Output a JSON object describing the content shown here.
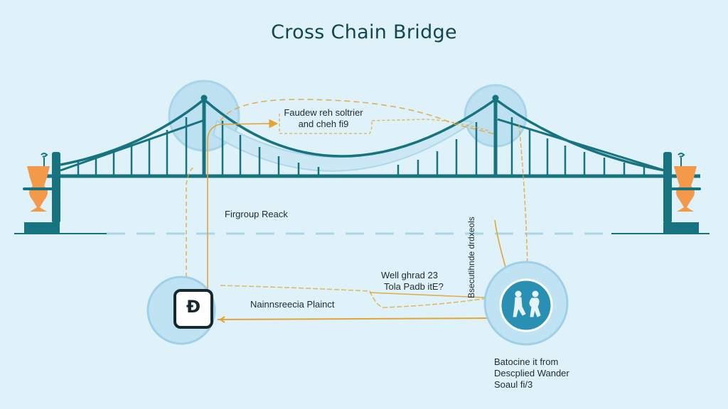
{
  "title": "Cross Chain Bridge",
  "labels": {
    "top_note_line1": "Faudew reh soltrier",
    "top_note_line2": "and cheh fi9",
    "left_mid": "Firgroup Reack",
    "vertical_right": "Bsecutihnde drdxeols",
    "center_note_line1": "Well ghrad 23",
    "center_note_line2": "Tola Padb itE?",
    "bottom_link": "Nainnsreecia Plainct",
    "right_caption_line1": "Batocine it from",
    "right_caption_line2": "Descplied Wander",
    "right_caption_line3": "Soaul fi/3"
  },
  "nodes": {
    "left": {
      "icon": "bitcoin-icon",
      "glyph": "Ɖ"
    },
    "right": {
      "icon": "people-icon"
    }
  },
  "colors": {
    "background": "#dff2f9",
    "bridge": "#17737f",
    "tower_cap": "#f29a4a",
    "arrow": "#e3a436",
    "bubble": "#b9dff0",
    "bubble_edge": "#8fcbe6",
    "node_inner": "#2a90b3",
    "title": "#12474f"
  }
}
